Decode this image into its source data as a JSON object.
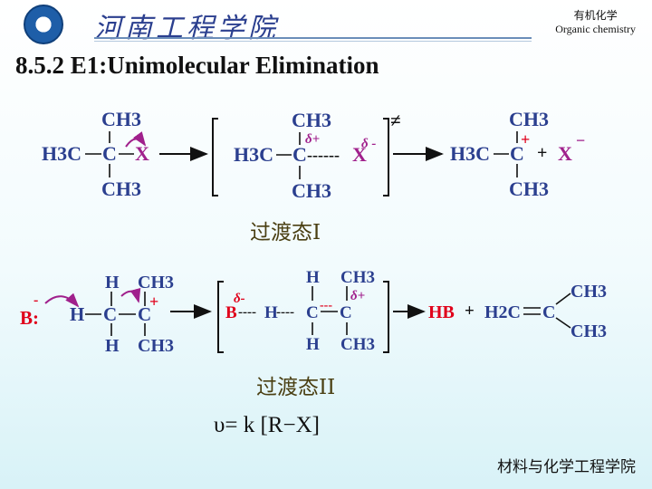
{
  "header": {
    "school_name": "河南工程学院",
    "course_cn": "有机化学",
    "course_en": "Organic chemistry"
  },
  "title": "8.5.2 E1:Unimolecular Elimination",
  "scheme1": {
    "reactant": {
      "ch3_top": "CH3",
      "h3c": "H3C",
      "c": "C",
      "x": "X",
      "ch3_bottom": "CH3"
    },
    "ts": {
      "ch3_top": "CH3",
      "h3c": "H3C",
      "c": "C",
      "bond": "------",
      "x": "X",
      "delta_plus": "δ+",
      "delta_minus": "δ -",
      "ch3_bottom": "CH3"
    },
    "ts_marker": "≠",
    "product": {
      "ch3_top": "CH3",
      "h3c": "H3C",
      "c": "C",
      "plus_charge": "+",
      "plus": "+",
      "x": "X",
      "minus": "−",
      "ch3_bottom": "CH3"
    },
    "ts_label": "过渡态I"
  },
  "scheme2": {
    "base": "B:",
    "base_charge": "-",
    "reactant": {
      "h_top": "H",
      "ch3_top": "CH3",
      "h_left": "H",
      "c1": "C",
      "c2": "C",
      "charge": "+",
      "h_bottom": "H",
      "ch3_bottom": "CH3"
    },
    "ts": {
      "delta_minus": "δ-",
      "b": "B",
      "bond1": "----",
      "h_left": "H",
      "bond2": "----",
      "c1": "C",
      "dash": "---",
      "c2": "C",
      "delta_plus": "δ+",
      "h_top": "H",
      "ch3_top": "CH3",
      "h_bottom": "H",
      "ch3_bottom": "CH3"
    },
    "products": {
      "hb": "HB",
      "plus": "+",
      "h2c": "H2C",
      "c": "C",
      "ch3_top": "CH3",
      "ch3_bottom": "CH3"
    },
    "ts_label": "过渡态II"
  },
  "rate_law": "υ= k [R−X]",
  "footer": "材料与化学工程学院",
  "colors": {
    "blue": "#2b3f8f",
    "purple": "#a0208c",
    "red": "#e0001a",
    "dark": "#222222"
  }
}
